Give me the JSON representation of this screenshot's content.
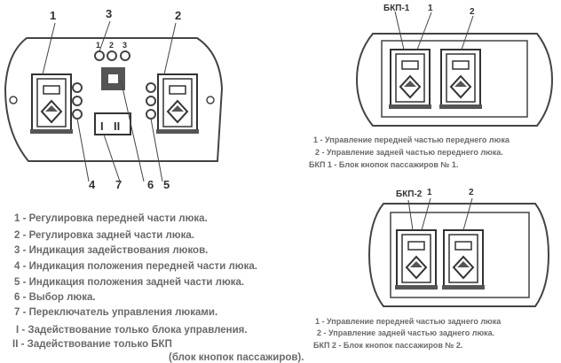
{
  "main_panel": {
    "callouts": [
      "1",
      "2",
      "3",
      "4",
      "7",
      "6",
      "5"
    ],
    "indicator_numbers": [
      "1",
      "2",
      "3"
    ],
    "switch_marks": [
      "I",
      "II"
    ]
  },
  "legend_main": [
    "1 - Регулировка передней части люка.",
    "2 - Регулировка задней части люка.",
    "3 - Индикация задействования люков.",
    "4 - Индикация положения передней части люка.",
    "5 - Индикация положения задней части люка.",
    "6 - Выбор люка.",
    "7 - Переключатель управления люками.",
    "I - Задействование только блока управления.",
    "II - Задействование только БКП",
    "(блок кнопок пассажиров)."
  ],
  "bkp1": {
    "title": "БКП-1",
    "callouts": [
      "1",
      "2"
    ],
    "legend": [
      "1 - Управление передней частью переднего люка",
      "2 - Управление задней частью переднего люка.",
      "БКП 1 - Блок кнопок пассажиров № 1."
    ]
  },
  "bkp2": {
    "title": "БКП-2",
    "callouts": [
      "1",
      "2"
    ],
    "legend": [
      "1 - Управление передней частью заднего люка",
      "2 - Управление задней частью заднего люка.",
      "БКП 2 - Блок кнопок пассажиров № 2."
    ]
  }
}
